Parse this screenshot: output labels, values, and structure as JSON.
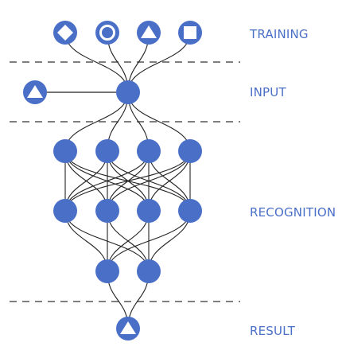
{
  "diagram": {
    "section_labels": {
      "training": "TRAINING",
      "input": "INPUT",
      "recognition": "RECOGNITION",
      "result": "RESULT"
    },
    "layers": {
      "training": [
        "diamond",
        "circle",
        "triangle",
        "square"
      ],
      "side_input": "triangle",
      "input": "node",
      "recognition_a": [
        "node",
        "node",
        "node",
        "node"
      ],
      "recognition_b": [
        "node",
        "node",
        "node",
        "node"
      ],
      "recognition_c": [
        "node",
        "node"
      ],
      "result": "triangle"
    },
    "colors": {
      "node": "#4a6fc7",
      "label": "#4a6fc7",
      "edge": "#222222",
      "divider": "#333333",
      "shape_fill": "#ffffff"
    }
  }
}
